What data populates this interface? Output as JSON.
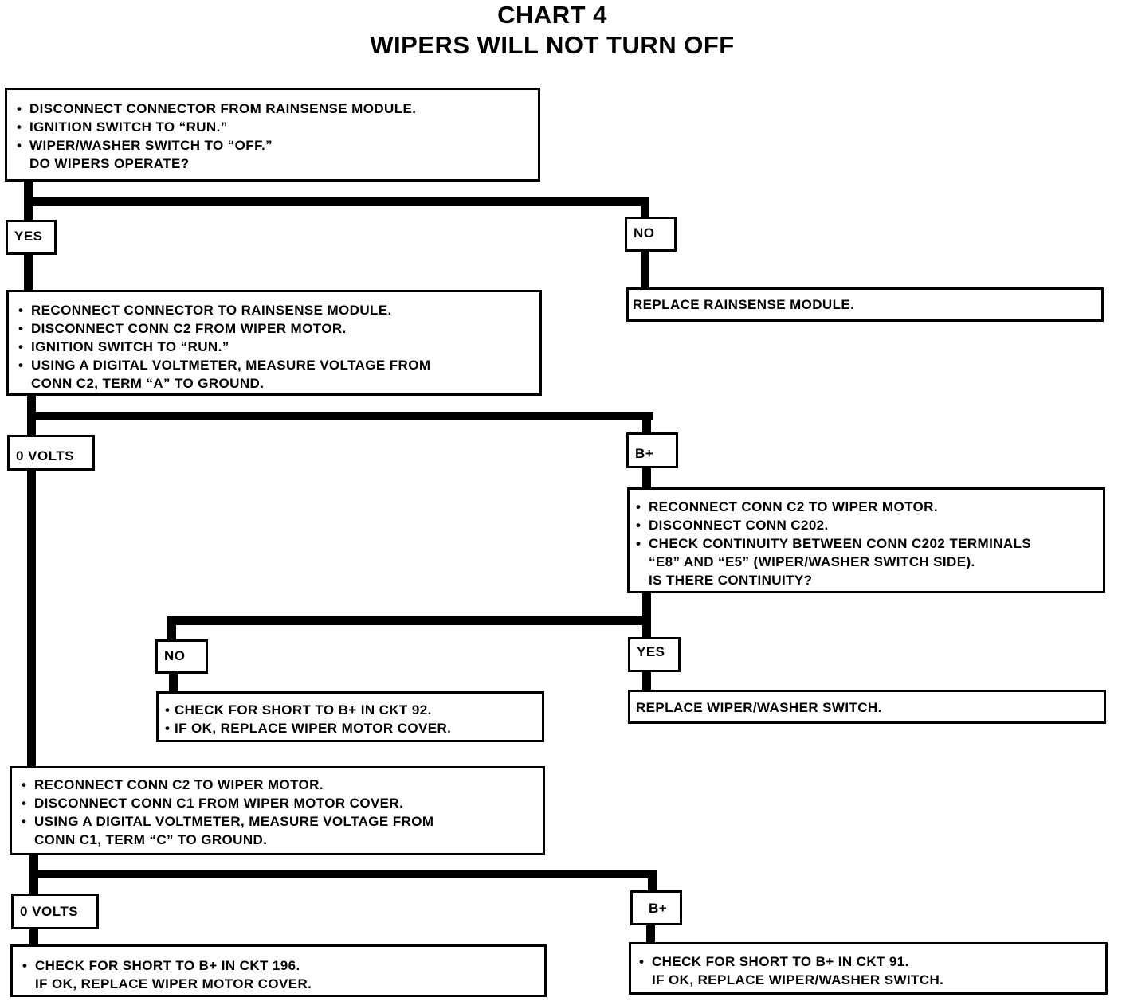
{
  "title": {
    "line1": "CHART 4",
    "line2": "WIPERS WILL NOT TURN OFF"
  },
  "flow": {
    "step1": {
      "bullets": [
        "DISCONNECT CONNECTOR FROM RAINSENSE MODULE.",
        "IGNITION SWITCH TO “RUN.”",
        "WIPER/WASHER SWITCH TO “OFF.”"
      ],
      "question": "DO WIPERS OPERATE?"
    },
    "step1_yes": "YES",
    "step1_no": "NO",
    "replace_rainsense": "REPLACE RAINSENSE MODULE.",
    "step2": {
      "bullets": [
        "RECONNECT CONNECTOR TO RAINSENSE MODULE.",
        "DISCONNECT CONN C2 FROM WIPER MOTOR.",
        "IGNITION SWITCH TO “RUN.”",
        "USING A DIGITAL VOLTMETER, MEASURE VOLTAGE FROM"
      ],
      "continuation": "CONN C2, TERM “A” TO GROUND."
    },
    "step2_zero": "0 VOLTS",
    "step2_bplus": "B+",
    "step3": {
      "bullets": [
        "RECONNECT CONN C2 TO WIPER MOTOR.",
        "DISCONNECT CONN C202.",
        "CHECK CONTINUITY BETWEEN CONN C202 TERMINALS"
      ],
      "continuation1": "“E8” AND “E5” (WIPER/WASHER SWITCH SIDE).",
      "continuation2": "IS THERE CONTINUITY?"
    },
    "step3_no": "NO",
    "step3_yes": "YES",
    "short_ckt92": {
      "bullets": [
        "CHECK FOR SHORT TO B+ IN CKT 92.",
        "IF OK, REPLACE WIPER MOTOR COVER."
      ]
    },
    "replace_switch": "REPLACE WIPER/WASHER SWITCH.",
    "step4": {
      "bullets": [
        "RECONNECT CONN C2 TO WIPER MOTOR.",
        "DISCONNECT CONN C1 FROM WIPER MOTOR COVER.",
        "USING A DIGITAL VOLTMETER, MEASURE VOLTAGE FROM"
      ],
      "continuation": "CONN C1, TERM “C” TO GROUND."
    },
    "step4_zero": "0 VOLTS",
    "step4_bplus": "B+",
    "short_ckt196": {
      "bullet": "CHECK FOR SHORT TO B+ IN CKT 196.",
      "continuation": "IF OK, REPLACE WIPER MOTOR COVER."
    },
    "short_ckt91": {
      "bullet": "CHECK FOR SHORT TO B+ IN CKT 91.",
      "continuation": "IF OK, REPLACE WIPER/WASHER SWITCH."
    }
  }
}
